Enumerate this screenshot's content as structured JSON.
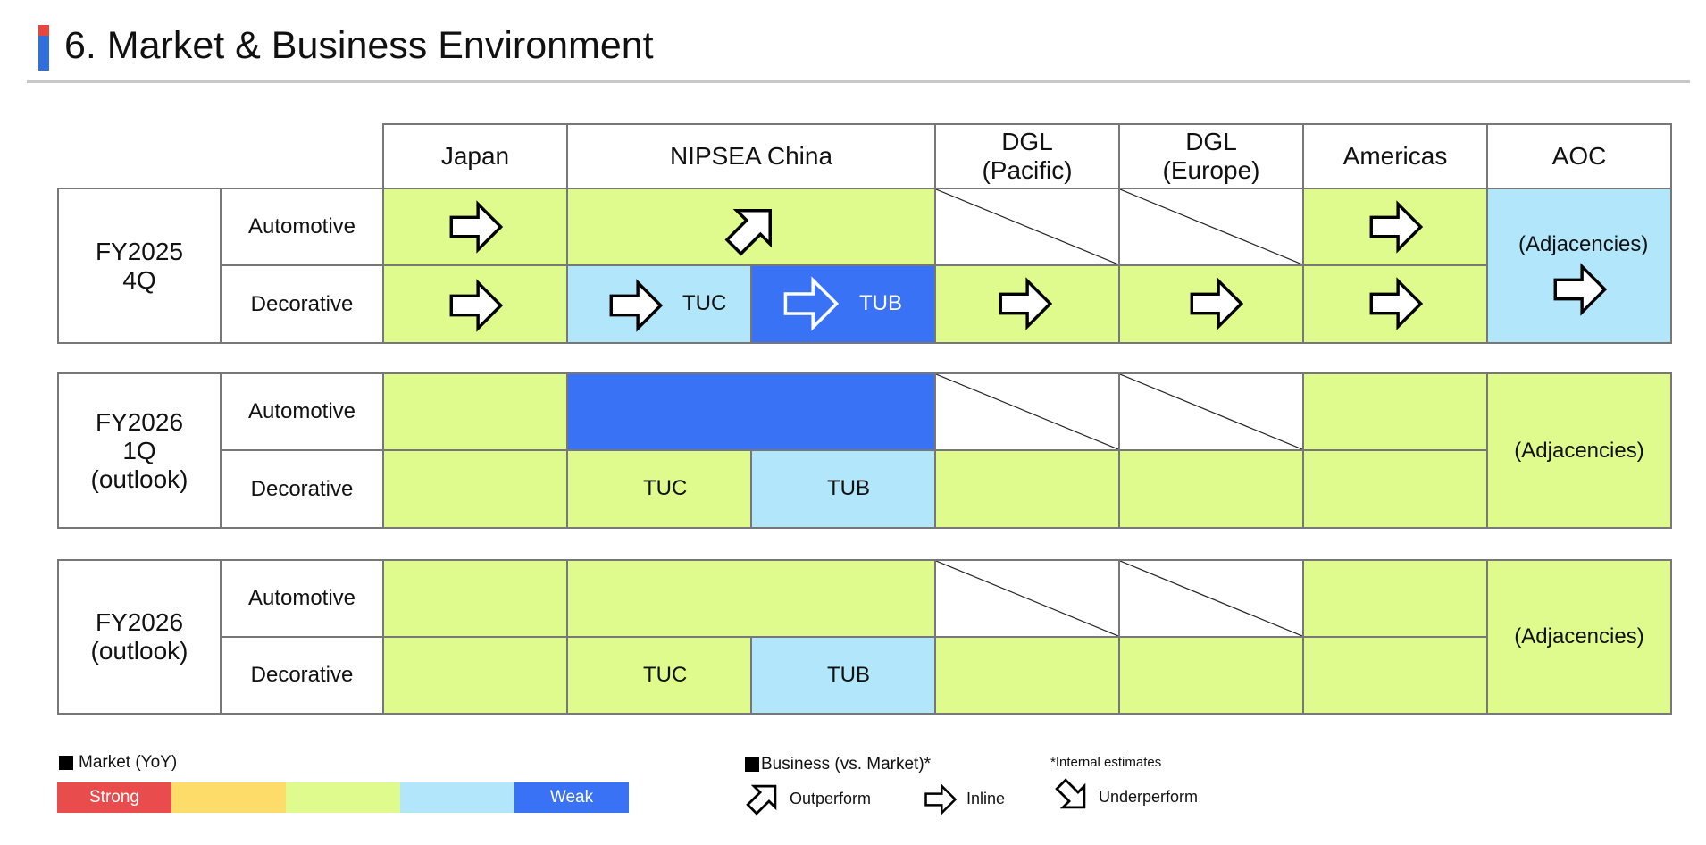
{
  "title": "6. Market & Business Environment",
  "colors": {
    "strong": "#e84c4c",
    "orange_yellow": "#fddc6a",
    "light_green": "#dffb8e",
    "light_blue": "#b1e6fb",
    "weak": "#3a72f5"
  },
  "columns": [
    "Japan",
    "NIPSEA China",
    "DGL\n(Pacific)",
    "DGL\n(Europe)",
    "Americas",
    "AOC"
  ],
  "segments": {
    "automotive": "Automotive",
    "decorative": "Decorative"
  },
  "subsegments": {
    "tuc": "TUC",
    "tub": "TUB"
  },
  "adjacencies": "(Adjacencies)",
  "periods": [
    {
      "label": "FY2025\n4Q"
    },
    {
      "label": "FY2026\n1Q\n(outlook)"
    },
    {
      "label": "FY2026\n(outlook)"
    }
  ],
  "legend": {
    "market_title": "Market (YoY)",
    "strong_label": "Strong",
    "weak_label": "Weak",
    "business_title": "Business (vs. Market)*",
    "note": "*Internal estimates",
    "outperform": "Outperform",
    "inline": "Inline",
    "underperform": "Underperform"
  },
  "icons": {
    "inline": "right-arrow-icon",
    "outperform": "up-right-arrow-icon",
    "underperform": "down-right-arrow-icon"
  }
}
